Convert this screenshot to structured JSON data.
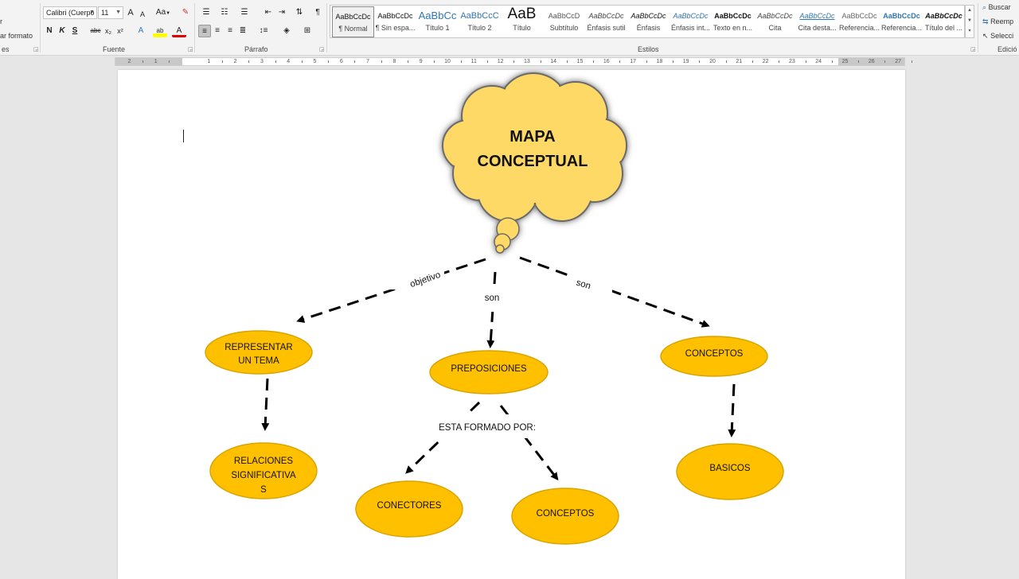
{
  "ribbon": {
    "clipboard": {
      "partial_top": "r",
      "format_label": "ar formato",
      "group_label": "es"
    },
    "font": {
      "group_label": "Fuente",
      "font_name": "Calibri (Cuerpo",
      "font_size": "11",
      "bold": "N",
      "italic": "K",
      "underline": "S",
      "strike": "abc",
      "subscript": "x₂",
      "superscript": "x²",
      "grow": "A",
      "shrink": "A",
      "change_case": "Aa",
      "font_color_letter": "A"
    },
    "paragraph": {
      "group_label": "Párrafo",
      "pilcrow": "¶"
    },
    "styles": {
      "group_label": "Estilos",
      "items": [
        {
          "sample": "AaBbCcDc",
          "name": "¶ Normal"
        },
        {
          "sample": "AaBbCcDc",
          "name": "¶ Sin espa..."
        },
        {
          "sample": "AaBbCc",
          "name": "Título 1"
        },
        {
          "sample": "AaBbCcC",
          "name": "Título 2"
        },
        {
          "sample": "AaB",
          "name": "Título"
        },
        {
          "sample": "AaBbCcD",
          "name": "Subtítulo"
        },
        {
          "sample": "AaBbCcDc",
          "name": "Énfasis sutil"
        },
        {
          "sample": "AaBbCcDc",
          "name": "Énfasis"
        },
        {
          "sample": "AaBbCcDc",
          "name": "Énfasis int..."
        },
        {
          "sample": "AaBbCcDc",
          "name": "Texto en n..."
        },
        {
          "sample": "AaBbCcDc",
          "name": "Cita"
        },
        {
          "sample": "AaBbCcDc",
          "name": "Cita desta..."
        },
        {
          "sample": "AaBbCcDc",
          "name": "Referencia..."
        },
        {
          "sample": "AaBbCcDc",
          "name": "Referencia..."
        },
        {
          "sample": "AaBbCcDc",
          "name": "Título del ..."
        }
      ]
    },
    "editing": {
      "group_label": "Edició",
      "find": "Buscar",
      "replace": "Reemp",
      "select": "Selecci"
    }
  },
  "ruler": {
    "numbers": [
      "2",
      "1",
      "1",
      "2",
      "3",
      "4",
      "5",
      "6",
      "7",
      "8",
      "9",
      "10",
      "11",
      "12",
      "13",
      "14",
      "15",
      "16",
      "17",
      "18",
      "19",
      "20",
      "21",
      "22",
      "23",
      "24",
      "25",
      "26",
      "27"
    ]
  },
  "document": {
    "title_line1": "MAPA",
    "title_line2": "CONCEPTUAL",
    "nodes": {
      "representar_1": "REPRESENTAR",
      "representar_2": "UN TEMA",
      "relaciones_1": "RELACIONES",
      "relaciones_2": "SIGNIFICATIVA",
      "relaciones_3": "S",
      "preposiciones": "PREPOSICIONES",
      "conectores": "CONECTORES",
      "conceptos_1": "CONCEPTOS",
      "conceptos_2": "CONCEPTOS",
      "basicos": "BASICOS"
    },
    "labels": {
      "objetivo": "objetivo",
      "son_1": "son",
      "son_2": "son",
      "esta_formado": "ESTA FORMADO POR:"
    }
  },
  "colors": {
    "cloud_fill": "#ffd966",
    "node_fill": "#ffc000",
    "connector": "#000000"
  }
}
